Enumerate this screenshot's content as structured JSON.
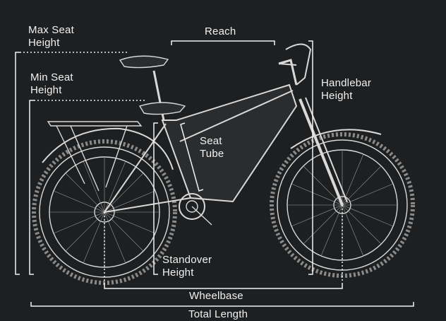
{
  "colors": {
    "background": "#1d1f21",
    "line": "#f2f2f2",
    "bike_outline": "#d9d9d9"
  },
  "labels": {
    "max_seat_height": [
      "Max Seat",
      "Height"
    ],
    "min_seat_height": [
      "Min Seat",
      "Height"
    ],
    "reach": "Reach",
    "handlebar_height": [
      "Handlebar",
      "Height"
    ],
    "seat_tube": [
      "Seat",
      "Tube"
    ],
    "standover_height": [
      "Standover",
      "Height"
    ],
    "wheelbase": "Wheelbase",
    "total_length": "Total Length"
  }
}
